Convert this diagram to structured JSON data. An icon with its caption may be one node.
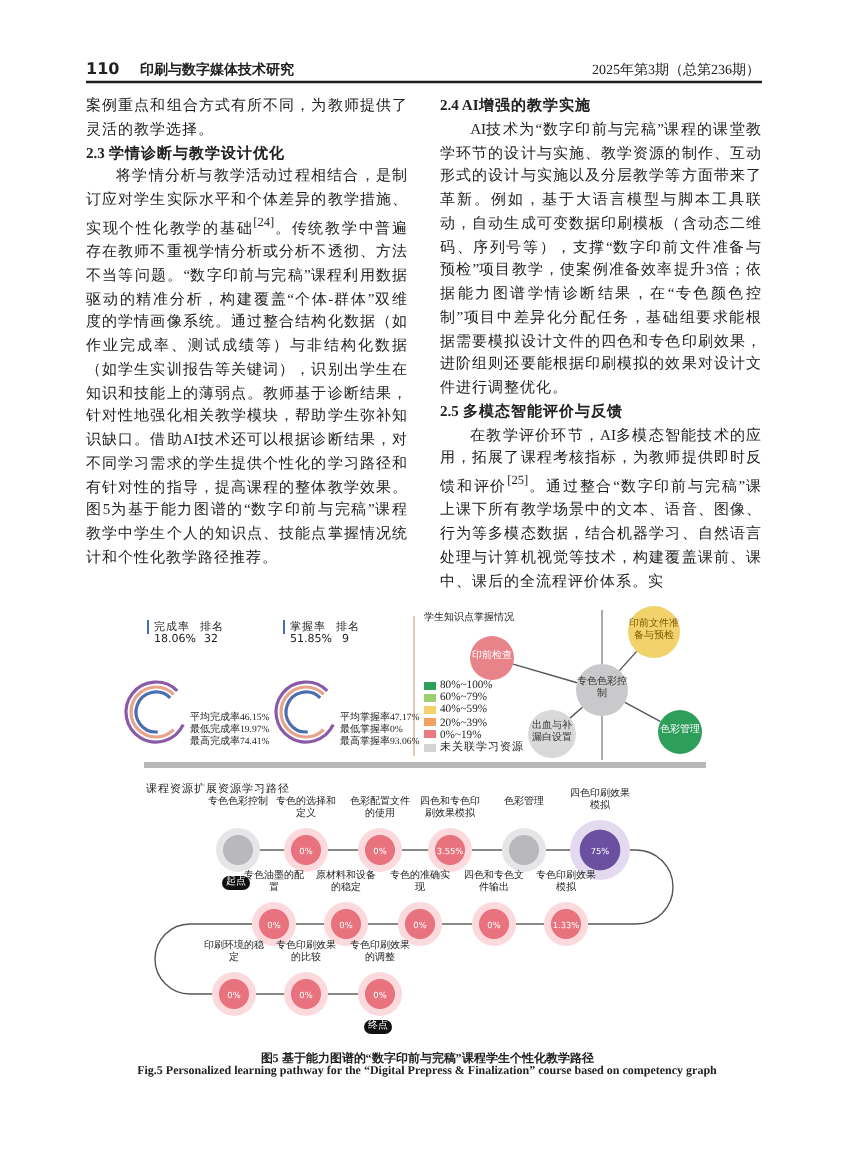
{
  "diagram": {
    "caption": "图5 基于能力图谱的“数字印前与完稿”课程学生个性化教学路径",
    "nodes": [
      {
        "text": [
          "印前检查"
        ]
      },
      {
        "text": [
          "印前文件准备与预检"
        ]
      },
      {
        "text": [
          "专色色彩控制"
        ]
      },
      {
        "text": [
          "出血与补漏白设置"
        ]
      },
      {
        "text": [
          "色彩管理"
        ]
      },
      {
        "text": [
          "专色色彩控制"
        ],
        "beside": [
          "起点"
        ]
      },
      {
        "text": [
          "专色的选择和定义",
          "0%"
        ]
      },
      {
        "text": [
          "色彩配置文件的使用",
          "0%"
        ]
      },
      {
        "text": [
          "四色和专色印刷效果模拟",
          "3.55%"
        ]
      },
      {
        "text": [
          "色彩管理"
        ]
      },
      {
        "text": [
          "四色印刷效果模拟",
          "75%"
        ]
      },
      {
        "text": [
          "专色印刷效果模拟",
          "1.33%"
        ]
      },
      {
        "text": [
          "四色和专色文件输出",
          "0%"
        ]
      },
      {
        "text": [
          "专色的准确实现",
          "0%"
        ]
      },
      {
        "text": [
          "原材料和设备的稳定",
          "0%"
        ]
      },
      {
        "text": [
          "专色油墨的配置",
          "0%"
        ]
      },
      {
        "text": [
          "印刷环境的稳定",
          "0%"
        ]
      },
      {
        "text": [
          "专色印刷效果的比较",
          "0%"
        ]
      },
      {
        "text": [
          "专色印刷效果的调整",
          "0%"
        ],
        "beside": [
          "终点"
        ]
      }
    ],
    "edges": [
      {
        "from": 2,
        "to": 0,
        "arrow": "none"
      },
      {
        "from": 2,
        "to": 1,
        "arrow": "none"
      },
      {
        "from": 2,
        "to": 3,
        "arrow": "none"
      },
      {
        "from": 2,
        "to": 4,
        "arrow": "none"
      },
      {
        "from": 2,
        "to": null,
        "arrow": "none"
      },
      {
        "from": 2,
        "to": null,
        "arrow": "none"
      },
      {
        "from": 5,
        "to": 6,
        "arrow": "none"
      },
      {
        "from": 6,
        "to": 7,
        "arrow": "none"
      },
      {
        "from": 7,
        "to": 8,
        "arrow": "none"
      },
      {
        "from": 8,
        "to": 9,
        "arrow": "none"
      },
      {
        "from": 9,
        "to": 10,
        "arrow": "none"
      },
      {
        "from": 10,
        "to": 11,
        "arrow": "none"
      },
      {
        "from": 11,
        "to": 12,
        "arrow": "none"
      },
      {
        "from": 12,
        "to": 13,
        "arrow": "none"
      },
      {
        "from": 13,
        "to": 14,
        "arrow": "none"
      },
      {
        "from": 14,
        "to": 15,
        "arrow": "none"
      },
      {
        "from": 15,
        "to": 16,
        "arrow": "none"
      },
      {
        "from": 16,
        "to": 17,
        "arrow": "none"
      },
      {
        "from": 17,
        "to": 18,
        "arrow": "none"
      }
    ],
    "labels": [
      "110",
      "印刷与数字媒体技术研究",
      "2025年第3期（总第236期）",
      "案例重点和组合方式有所不同，为教师提供了灵活的教学选择。",
      "2.3 学情诊断与教学设计优化",
      "将学情分析与教学活动过程相结合，是制订应对学生实际水平和个体差异的教学措施、实现个性化教学的基础$^{[24]}$。传统教学中普遍存在教师不重视学情分析或分析不透彻、方法不当等问题。“数字印前与完稿”课程利用数据驱动的精准分析，构建覆盖“个体-群体”双维度的学情画像系统。通过整合结构化数据（如作业完成率、测试成绩等）与非结构化数据（如学生实训报告等关键词），识别出学生在知识和技能上的薄弱点。教师基于诊断结果，针对性地强化相关教学模块，帮助学生弥补知识缺口。借助AI技术还可以根据诊断结果，对不同学习需求的学生提供个性化的学习路径和有针对性的指导，提高课程的整体教学效果。图5为基于能力图谱的“数字印前与完稿”课程教学中学生个人的知识点、技能点掌握情况统计和个性化教学路径推荐。",
      "2.4 AI增强的教学实施",
      "AI技术为“数字印前与完稿”课程的课堂教学环节的设计与实施、教学资源的制作、互动形式的设计与实施以及分层教学等方面带来了革新。例如，基于大语言模型与脚本工具联动，自动生成可变数据印刷模板（含动态二维码、序列号等），支撑“数字印前文件准备与预检”项目教学，使案例准备效率提升3倍；依据能力图谱学情诊断结果，在“专色颜色控制”项目中差异化分配任务，基础组要求能根据需要模拟设计文件的四色和专色印刷效果，进阶组则还要能根据印刷模拟的效果对设计文件进行调整优化。",
      "2.5 多模态智能评价与反馈",
      "在教学评价环节，AI多模态智能技术的应用，拓展了课程考核指标，为教师提供即时反馈和评价$^{[25]}$。通过整合“数字印前与完稿”课上课下所有教学场景中的文本、语音、图像、行为等多模态数据，结合机器学习、自然语言处理与计算机视觉等技术，构建覆盖课前、课中、课后的全流程评价体系。实",
      "完成率",
      "排名",
      "18.06%",
      "32",
      "掌握率",
      "排名",
      "51.85%",
      "9",
      "平均完成率46.15%",
      "最低完成率19.97%",
      "最高完成率74.41%",
      "平均掌握率47.17%",
      "最低掌握率0%",
      "最高掌握率93.06%",
      "学生知识点掌握情况",
      "课程资源",
      "扩展资源",
      "学习路径",
      "Fig.5 Personalized learning pathway for the “Digital Prepress & Finalization” course based on competency graph"
    ],
    "legend": [
      {
        "text": "80%~100%",
        "color": "#2e9e5b"
      },
      {
        "text": "60%~79%",
        "color": "#9ccf6e"
      },
      {
        "text": "40%~59%",
        "color": "#f2d36b"
      },
      {
        "text": "20%~39%",
        "color": "#f2a15e"
      },
      {
        "text": "0%~19%",
        "color": "#e97a80"
      },
      {
        "text": "未关联学习资源",
        "color": "#d4d4d4"
      }
    ]
  }
}
